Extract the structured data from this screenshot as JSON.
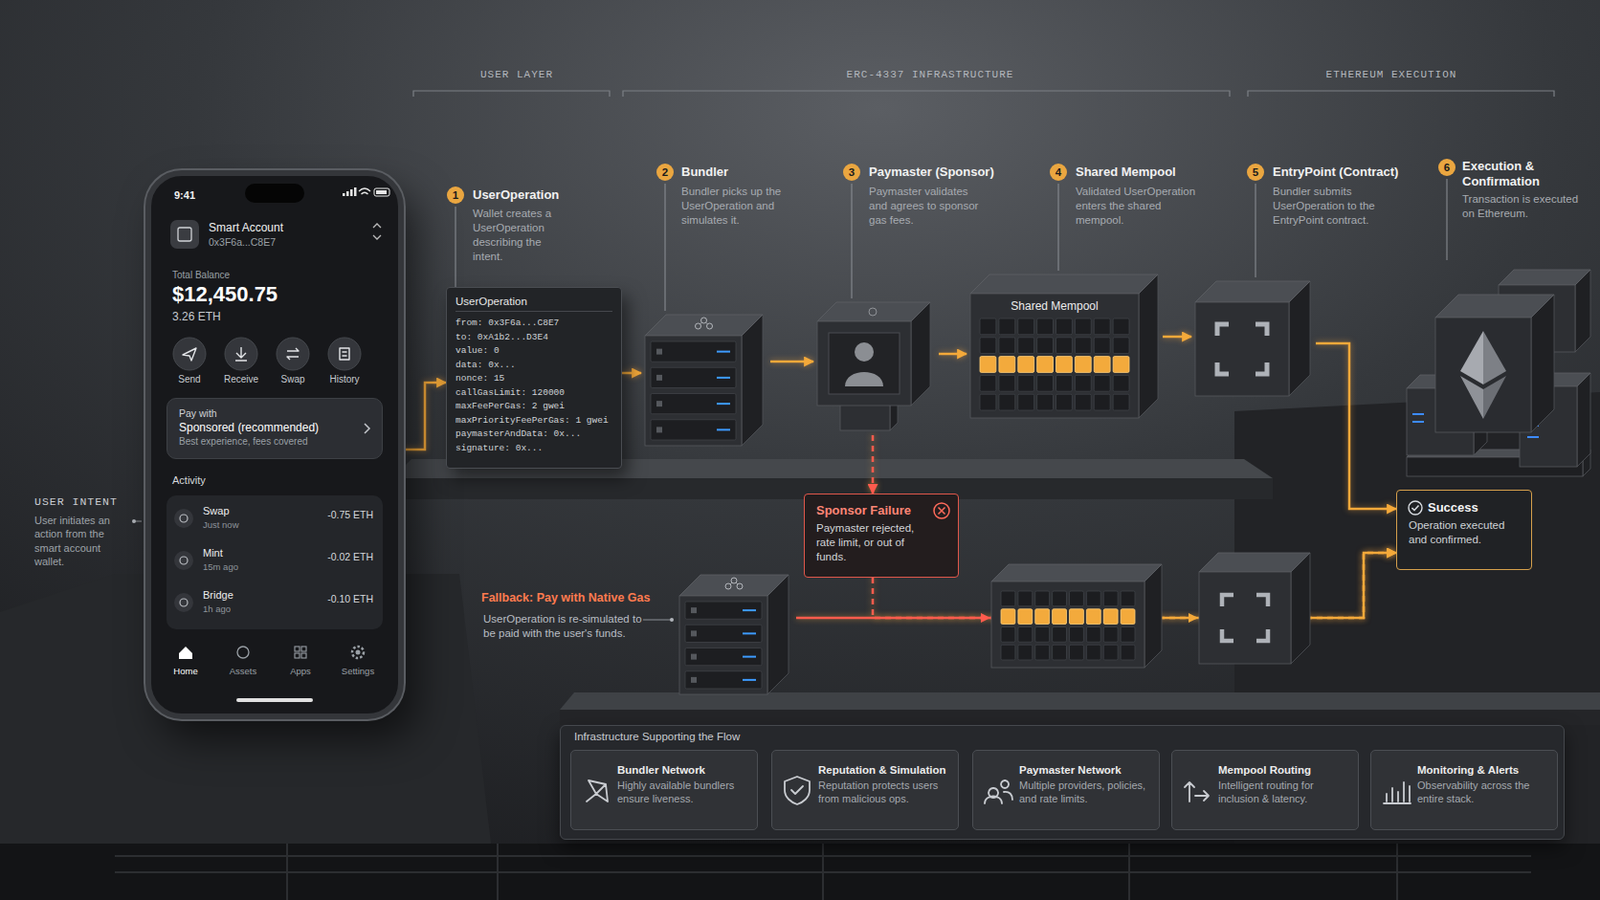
{
  "diagram": {
    "nodes": [
      {
        "text": [
          "9:41",
          "Smart Account",
          "0x3F6a...C8E7",
          "Total Balance",
          "$12,450.75",
          "3.26 ETH",
          "Send",
          "Receive",
          "Swap",
          "History",
          "Activity",
          "Swap",
          "Just now",
          "-0.75 ETH",
          "Mint",
          "15m ago",
          "-0.02 ETH",
          "Bridge",
          "1h ago",
          "-0.10 ETH",
          "Home",
          "Assets",
          "Apps",
          "Settings"
        ]
      },
      {
        "text": [
          "Pay with",
          "Sponsored (recommended)",
          "Best experience, fees covered"
        ],
        "in": 0
      },
      {
        "text": [
          "1",
          "UserOperation",
          "Wallet creates a UserOperation describing the intent.",
          "UserOperation",
          "from: 0x3F6a...C8E7",
          "to: 0xA1b2...D3E4",
          "value: 0",
          "data: 0x...",
          "nonce: 15",
          "callGasLimit: 120000",
          "maxFeePerGas: 2 gwei",
          "maxPriorityFeePerGas: 1 gwei",
          "paymasterAndData: 0x...",
          "signature: 0x..."
        ]
      },
      {
        "text": [
          "2",
          "Bundler",
          "Bundler picks up the UserOperation and simulates it."
        ]
      },
      {
        "text": [
          "3",
          "Paymaster (Sponsor)",
          "Paymaster validates and agrees to sponsor gas fees."
        ]
      },
      {
        "text": [
          "4",
          "Shared Mempool",
          "Validated UserOperation enters the shared mempool.",
          "Shared Mempool"
        ]
      },
      {
        "text": [
          "5",
          "EntryPoint (Contract)",
          "Bundler submits UserOperation to the EntryPoint contract."
        ]
      },
      {
        "text": [
          "6",
          "Execution & Confirmation",
          "Transaction is executed on Ethereum."
        ]
      },
      {
        "text": [
          "Sponsor Failure",
          "Paymaster rejected, rate limit, or out of funds."
        ]
      },
      {
        "text": [
          "Success",
          "Operation executed and confirmed."
        ]
      },
      {
        "text": [
          "Fallback: Pay with Native Gas",
          "UserOperation is re-simulated to be paid with the user's funds."
        ]
      },
      {
        "text": [
          "Infrastructure Supporting the Flow"
        ]
      },
      {
        "text": [
          "Bundler Network",
          "Highly available bundlers ensure liveness."
        ],
        "in": 11
      },
      {
        "text": [
          "Reputation & Simulation",
          "Reputation protects users from malicious ops."
        ],
        "in": 11
      },
      {
        "text": [
          "Paymaster Network",
          "Multiple providers, policies, and rate limits."
        ],
        "in": 11
      },
      {
        "text": [
          "Mempool Routing",
          "Intelligent routing for inclusion & latency."
        ],
        "in": 11
      },
      {
        "text": [
          "Monitoring & Alerts",
          "Observability across the entire stack."
        ],
        "in": 11
      }
    ],
    "edges": [
      {
        "from": 0,
        "to": 2,
        "arrow": "to"
      },
      {
        "from": 2,
        "to": 3,
        "arrow": "to"
      },
      {
        "from": 3,
        "to": 4,
        "arrow": "to"
      },
      {
        "from": 4,
        "to": 5,
        "arrow": "to"
      },
      {
        "from": 5,
        "to": 6,
        "arrow": "to"
      },
      {
        "from": 6,
        "to": 9,
        "arrow": "to"
      },
      {
        "from": 4,
        "to": 8,
        "arrow": "to"
      },
      {
        "from": 8,
        "to": 9,
        "arrow": "to"
      },
      {
        "from": 10,
        "to": 9,
        "arrow": "to"
      }
    ],
    "labels": [
      "USER LAYER",
      "ERC-4337 INFRASTRUCTURE",
      "ETHEREUM EXECUTION",
      "USER INTENT",
      "User initiates an action from the smart account wallet."
    ]
  }
}
